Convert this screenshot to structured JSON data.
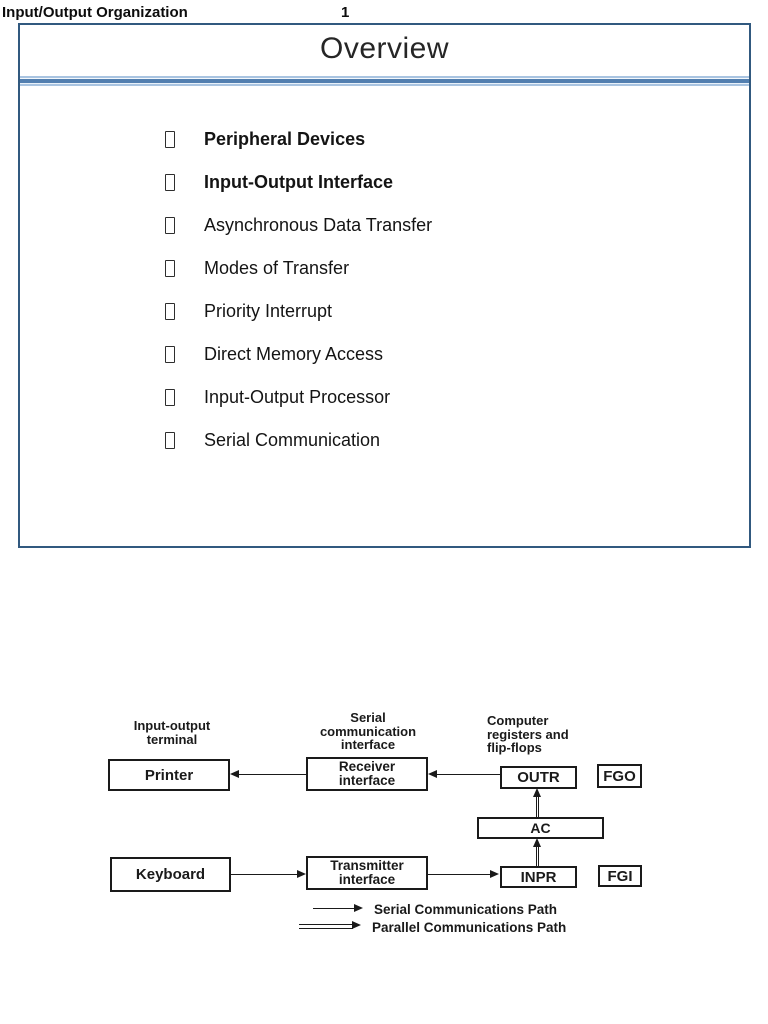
{
  "header": {
    "document_title": "Input/Output Organization",
    "page_number": "1"
  },
  "slide": {
    "title": "Overview",
    "bullet_icon": "empty-box-tofu",
    "items": [
      {
        "label": "Peripheral Devices",
        "emphasis": "bold"
      },
      {
        "label": "Input-Output Interface",
        "emphasis": "bold"
      },
      {
        "label": "Asynchronous Data Transfer",
        "emphasis": "normal"
      },
      {
        "label": "Modes of Transfer",
        "emphasis": "normal"
      },
      {
        "label": "Priority Interrupt",
        "emphasis": "normal"
      },
      {
        "label": "Direct Memory Access",
        "emphasis": "normal"
      },
      {
        "label": "Input-Output Processor",
        "emphasis": "normal"
      },
      {
        "label": "Serial Communication",
        "emphasis": "normal"
      }
    ]
  },
  "diagram": {
    "column_labels": {
      "terminal": "Input-output\nterminal",
      "serial_interface": "Serial\ncommunication\ninterface",
      "computer_registers": "Computer\nregisters and\nflip-flops"
    },
    "boxes": {
      "printer": "Printer",
      "receiver": "Receiver\ninterface",
      "outr": "OUTR",
      "fgo": "FGO",
      "ac": "AC",
      "keyboard": "Keyboard",
      "transmitter": "Transmitter\ninterface",
      "inpr": "INPR",
      "fgi": "FGI"
    },
    "legend": [
      {
        "style": "single-line-arrow",
        "label": "Serial Communications Path"
      },
      {
        "style": "double-line-arrow",
        "label": "Parallel Communications Path"
      }
    ]
  },
  "colors": {
    "slide_border": "#31597f",
    "separator_dark": "#527fb0",
    "separator_light": "#a9c4e1",
    "ink": "#1a1a1a"
  }
}
